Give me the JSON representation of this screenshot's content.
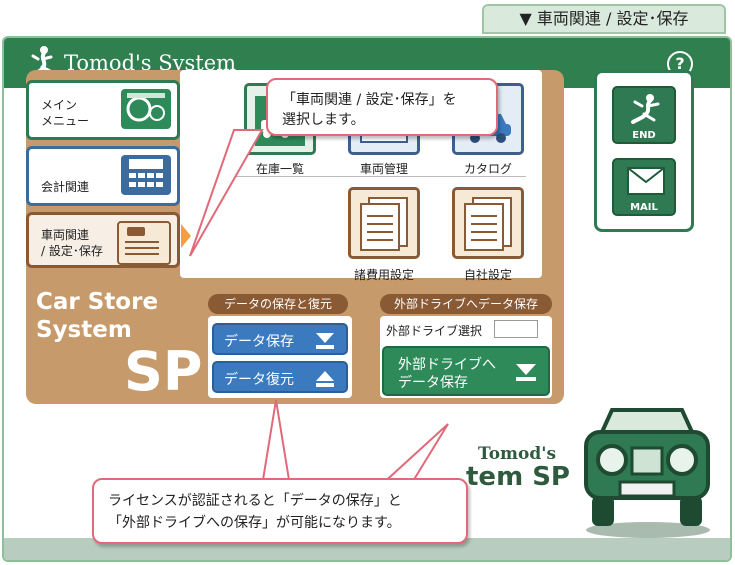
{
  "top_tab": "▼ 車両関連 / 設定･保存",
  "app": {
    "title": "Tomod's System",
    "help": "?"
  },
  "nav": {
    "main_line1": "メイン",
    "main_line2": "メニュー",
    "accounting": "会計関連",
    "vehicle_line1": "車両関連",
    "vehicle_line2": "/ 設定･保存"
  },
  "tiles": {
    "inventory": "在庫一覧",
    "vehicle_mgmt": "車両管理",
    "catalog": "カタログ",
    "misc_settings": "諸費用設定",
    "company_settings": "自社設定"
  },
  "brand": {
    "line1": "Car Store",
    "line2": "System",
    "sp": "SP"
  },
  "save_section": {
    "header": "データの保存と復元",
    "save": "データ保存",
    "restore": "データ復元"
  },
  "external": {
    "header": "外部ドライブへデータ保存",
    "select_label": "外部ドライブ選択",
    "button_line1": "外部ドライブへ",
    "button_line2": "データ保存"
  },
  "right_buttons": {
    "end": "END",
    "mail": "MAIL"
  },
  "brand2": {
    "line1": "Tomod's",
    "line2": "tem SP"
  },
  "callouts": {
    "top_line1": "「車両関連 / 設定･保存」を",
    "top_line2": "選択します。",
    "bottom_line1": "ライセンスが認証されると「データの保存」と",
    "bottom_line2": "「外部ドライブへの保存」が可能になります。"
  },
  "colors": {
    "header_green": "#2f7f4f",
    "panel_tan": "#c69a6a",
    "callout_border": "#e06a7a"
  }
}
